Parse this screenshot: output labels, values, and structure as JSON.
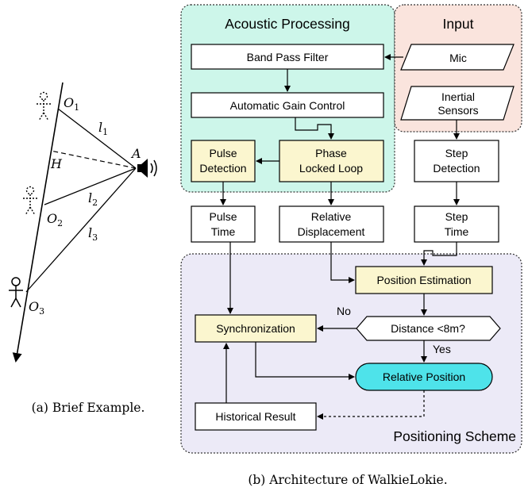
{
  "left": {
    "points": {
      "O1": "O",
      "O1_sub": "1",
      "O2": "O",
      "O2_sub": "2",
      "O3": "O",
      "O3_sub": "3",
      "A": "A",
      "H": "H"
    },
    "segments": {
      "l1": "l",
      "l1_sub": "1",
      "l2": "l",
      "l2_sub": "2",
      "l3": "l",
      "l3_sub": "3"
    },
    "caption": "(a) Brief Example."
  },
  "right": {
    "groups": {
      "acoustic": "Acoustic Processing",
      "input": "Input",
      "positioning": "Positioning Scheme"
    },
    "boxes": {
      "band_pass": "Band Pass Filter",
      "mic": "Mic",
      "agc": "Automatic Gain Control",
      "inertial_1": "Inertial",
      "inertial_2": "Sensors",
      "pulse_det_1": "Pulse",
      "pulse_det_2": "Detection",
      "pll_1": "Phase",
      "pll_2": "Locked Loop",
      "step_det_1": "Step",
      "step_det_2": "Detection",
      "pulse_time_1": "Pulse",
      "pulse_time_2": "Time",
      "rel_disp_1": "Relative",
      "rel_disp_2": "Displacement",
      "step_time_1": "Step",
      "step_time_2": "Time",
      "pos_est": "Position Estimation",
      "sync": "Synchronization",
      "distance": "Distance <8m?",
      "no": "No",
      "yes": "Yes",
      "rel_pos": "Relative Position",
      "historical": "Historical Result"
    },
    "caption": "(b) Architecture of WalkieLokie."
  },
  "colors": {
    "acoustic_bg": "#cdf6ea",
    "input_bg": "#fae4dd",
    "positioning_bg": "#eceaf7",
    "box_yellow": "#fbf6cf",
    "relative_pos": "#4ee3ea"
  }
}
